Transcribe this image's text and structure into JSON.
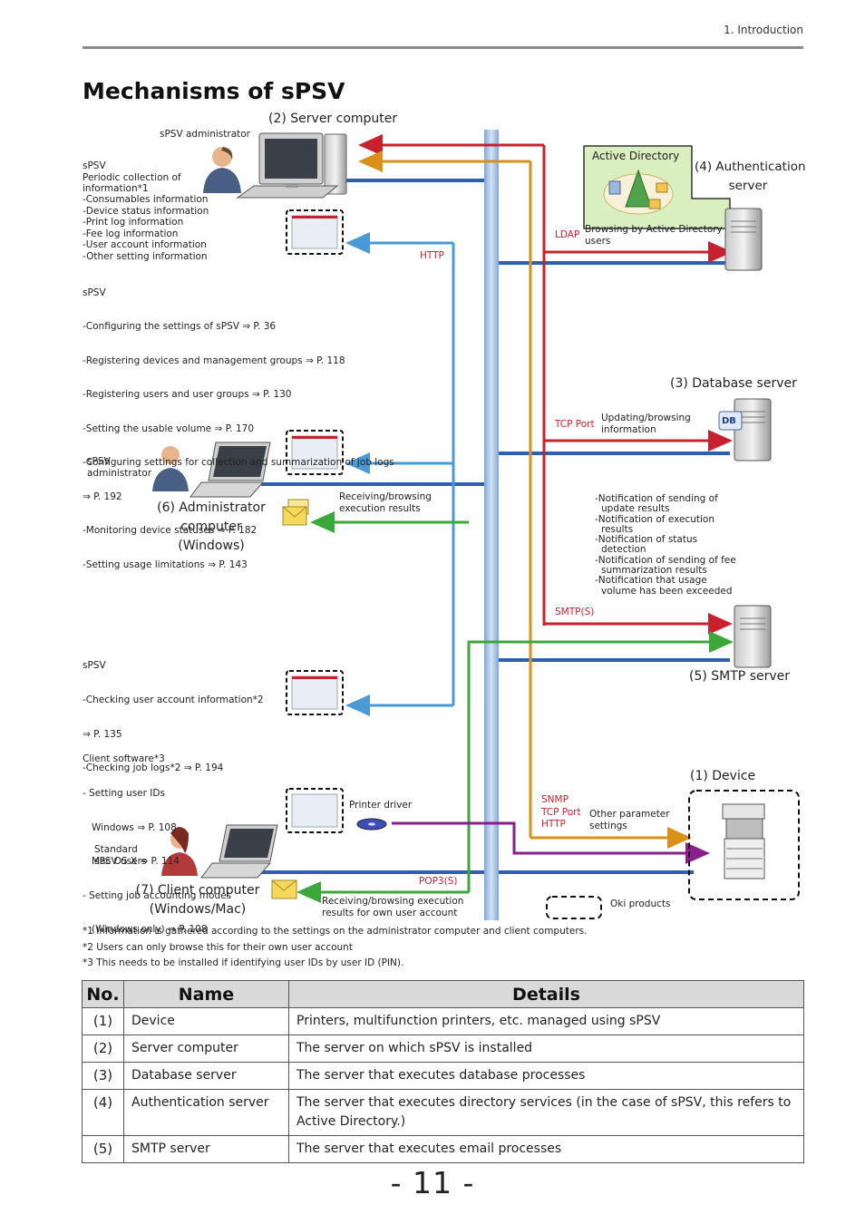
{
  "header": {
    "section": "1. Introduction",
    "title": "Mechanisms of sPSV"
  },
  "diagram": {
    "server_computer": "(2) Server computer",
    "spsv_admin_top": "sPSV administrator",
    "periodic": {
      "head": "sPSV\nPeriodic collection of\ninformation*1",
      "items": [
        "-Consumables information",
        "-Device status information",
        "-Print log information",
        "-Fee log information",
        "-User account information",
        "-Other setting information"
      ]
    },
    "config": {
      "head": "sPSV",
      "items": [
        "-Configuring the settings of sPSV ⇒ P. 36",
        "-Registering devices and management groups ⇒ P. 118",
        "-Registering users and user groups ⇒ P. 130",
        "-Setting the usable volume ⇒ P. 170",
        "-Configuring settings for collection and summarization of job logs",
        "  ⇒ P. 192",
        "-Monitoring device statuses ⇒ P. 182",
        "-Setting usage limitations ⇒ P. 143"
      ]
    },
    "admin_person": "sPSV\nadministrator",
    "admin_computer": "(6) Administrator\ncomputer\n(Windows)",
    "receiving_exec": "Receiving/browsing\nexecution results",
    "user_check": {
      "head": "sPSV",
      "items": [
        "-Checking user account information*2",
        "  ⇒ P. 135",
        "-Checking job logs*2 ⇒ P. 194"
      ]
    },
    "client_sw": {
      "head": "Client software*3",
      "items": [
        "- Setting user IDs",
        "   Windows ⇒ P. 108",
        "   Mac OS X ⇒ P. 114",
        "- Setting job accounting modes",
        "   (Windows only) ⇒ P. 108"
      ]
    },
    "printer_driver": "Printer driver",
    "standard_users": "Standard\nsPSV users",
    "client_computer": "(7) Client computer\n(Windows/Mac)",
    "receiving_own": "Receiving/browsing execution\nresults for own user account",
    "active_directory": "Active Directory",
    "auth_server": "(4) Authentication\nserver",
    "ldap": "LDAP",
    "browsing_ad": "Browsing by Active Directory\nusers",
    "http": "HTTP",
    "db_server": "(3) Database server",
    "tcp_port": "TCP Port",
    "updating": "Updating/browsing\ninformation",
    "db_badge": "DB",
    "notifications": [
      "-Notification of sending of update results",
      "-Notification of execution results",
      "-Notification of status detection",
      "-Notification of sending of fee summarization results",
      "-Notification that usage volume has been exceeded"
    ],
    "smtp_s": "SMTP(S)",
    "smtp_server": "(5) SMTP server",
    "device": "(1) Device",
    "snmp": "SNMP\nTCP Port\nHTTP",
    "other_param": "Other parameter\nsettings",
    "pop3": "POP3(S)",
    "oki": "Oki products",
    "colors": {
      "red": "#c8202f",
      "orange": "#d9901a",
      "blue_line": "#2e5fb0",
      "light_blue": "#4a9ad8",
      "green": "#3da83a",
      "purple": "#8a1f8c",
      "bus": "#a9c4e8"
    }
  },
  "footnotes": [
    "*1 Information is gathered according to the settings on the administrator computer and client computers.",
    "*2 Users can only browse this for their own user account",
    "*3 This needs to be installed if identifying user IDs by user ID (PIN)."
  ],
  "table": {
    "headers": [
      "No.",
      "Name",
      "Details"
    ],
    "rows": [
      {
        "no": "(1)",
        "name": "Device",
        "details": "Printers, multifunction printers, etc. managed using sPSV"
      },
      {
        "no": "(2)",
        "name": "Server computer",
        "details": "The server on which sPSV is installed"
      },
      {
        "no": "(3)",
        "name": "Database server",
        "details": "The server that executes database processes"
      },
      {
        "no": "(4)",
        "name": "Authentication server",
        "details": "The server that executes directory services (in the case of sPSV, this refers to Active Directory.)"
      },
      {
        "no": "(5)",
        "name": "SMTP server",
        "details": "The server that executes email processes"
      }
    ]
  },
  "page_number": "- 11 -"
}
